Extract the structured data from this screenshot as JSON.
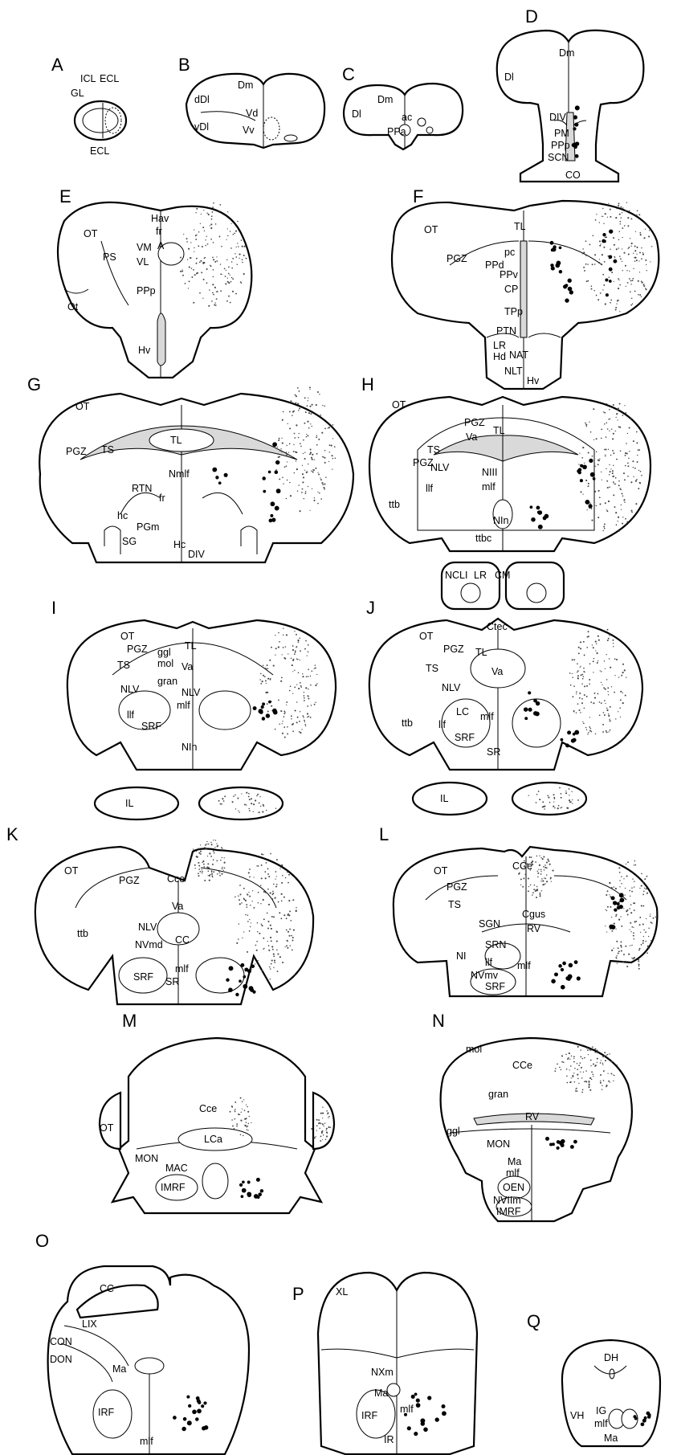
{
  "panels": [
    {
      "id": "A",
      "labels": [
        "GL",
        "ICL",
        "ECL",
        "ECL"
      ]
    },
    {
      "id": "B",
      "labels": [
        "Dm",
        "dDl",
        "vDl",
        "Vd",
        "Vv"
      ]
    },
    {
      "id": "C",
      "labels": [
        "Dm",
        "Dl",
        "ac",
        "PPa"
      ]
    },
    {
      "id": "D",
      "labels": [
        "Dm",
        "Dl",
        "DIV",
        "PM",
        "PPp",
        "SCN",
        "CO"
      ]
    },
    {
      "id": "E",
      "labels": [
        "OT",
        "Hav",
        "fr",
        "A",
        "VM",
        "VL",
        "PS",
        "PPp",
        "Ot",
        "Hv"
      ]
    },
    {
      "id": "F",
      "labels": [
        "OT",
        "TL",
        "PGZ",
        "pc",
        "PPd",
        "PPv",
        "CP",
        "TPp",
        "PTN",
        "LR",
        "Hd",
        "NAT",
        "NLT",
        "Hv"
      ]
    },
    {
      "id": "G",
      "labels": [
        "OT",
        "TL",
        "PGZ",
        "TS",
        "Nmlf",
        "RTN",
        "fr",
        "hc",
        "PGm",
        "SG",
        "Hc",
        "DIV"
      ]
    },
    {
      "id": "H",
      "labels": [
        "OT",
        "PGZ",
        "Va",
        "TL",
        "TS",
        "PGZ",
        "NLV",
        "NIII",
        "llf",
        "mlf",
        "ttb",
        "NIn",
        "ttbc",
        "NCLI",
        "LR",
        "CM"
      ]
    },
    {
      "id": "I",
      "labels": [
        "OT",
        "PGZ",
        "ggl",
        "TL",
        "mol",
        "TS",
        "Va",
        "gran",
        "NLV",
        "NLV",
        "mlf",
        "llf",
        "SRF",
        "NIn",
        "IL"
      ]
    },
    {
      "id": "J",
      "labels": [
        "OT",
        "Ctec",
        "PGZ",
        "TL",
        "TS",
        "Va",
        "NLV",
        "LC",
        "ttb",
        "llf",
        "mlf",
        "SRF",
        "SR",
        "IL"
      ]
    },
    {
      "id": "K",
      "labels": [
        "OT",
        "PGZ",
        "Cce",
        "Va",
        "NLV",
        "CC",
        "NVmd",
        "ttb",
        "mlf",
        "SRF",
        "SR"
      ]
    },
    {
      "id": "L",
      "labels": [
        "OT",
        "CCe",
        "PGZ",
        "TS",
        "Cgus",
        "SGN",
        "RV",
        "SRN",
        "NI",
        "llf",
        "mlf",
        "NVmv",
        "SRF"
      ]
    },
    {
      "id": "M",
      "labels": [
        "OT",
        "Cce",
        "LCa",
        "MON",
        "MAC",
        "IMRF"
      ]
    },
    {
      "id": "N",
      "labels": [
        "mol",
        "CCe",
        "gran",
        "ggl",
        "RV",
        "MON",
        "Ma",
        "mlf",
        "OEN",
        "NVIIm",
        "IMRF"
      ]
    },
    {
      "id": "O",
      "labels": [
        "CC",
        "LIX",
        "CON",
        "DON",
        "Ma",
        "IRF",
        "mlf"
      ]
    },
    {
      "id": "P",
      "labels": [
        "XL",
        "NXm",
        "Ma",
        "IRF",
        "mlf",
        "IR"
      ]
    },
    {
      "id": "Q",
      "labels": [
        "DH",
        "VH",
        "IG",
        "mlf",
        "Ma"
      ]
    }
  ]
}
